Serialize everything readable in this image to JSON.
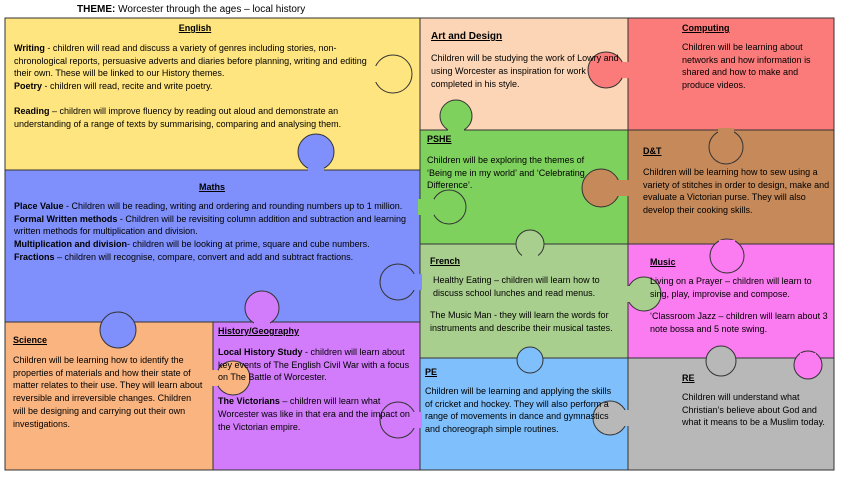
{
  "theme": {
    "label": "THEME:",
    "value": "Worcester through the ages – local history"
  },
  "english": {
    "title": "English",
    "writing_label": "Writing",
    "writing_text": " - children will read and discuss a variety of genres including stories, non-chronological reports, persuasive adverts and diaries before planning, writing and editing their own. These will be linked to our History themes.",
    "poetry_label": "Poetry",
    "poetry_text": " - children will read, recite and write poetry.",
    "reading_label": "Reading",
    "reading_text": " – children will improve fluency by reading out aloud and demonstrate an understanding of a range of texts by summarising, comparing and analysing them."
  },
  "art": {
    "title": "Art and Design",
    "text": "Children will be studying the work of Lowry and using Worcester as inspiration for work completed in his style."
  },
  "computing": {
    "title": "Computing",
    "text": "Children will be learning about networks and how information is shared and how to make and produce videos."
  },
  "pshe": {
    "title": "PSHE",
    "text": "Children will be exploring the themes of ‘Being me in my world’ and ‘Celebrating Difference’."
  },
  "dt": {
    "title": "D&T",
    "text": "Children will be learning how to sew using a variety of stitches in order to design, make and evaluate a Victorian purse. They will also develop their cooking skills."
  },
  "maths": {
    "title": "Maths",
    "pv_label": "Place Value",
    "pv_text": " - Children will be reading, writing and ordering and rounding numbers up to 1 million.",
    "fwm_label": "Formal Written methods",
    "fwm_text": " - Children will be revisiting column addition and subtraction and learning written methods for multiplication and division.",
    "md_label": "Multiplication and division",
    "md_text": "- children will be looking at prime, square and cube numbers.",
    "fr_label": "Fractions",
    "fr_text": " – children will recognise, compare, convert and add and subtract fractions."
  },
  "french": {
    "title": "French",
    "text1": "Healthy Eating – children will learn how to discuss school lunches and read menus.",
    "text2": "The Music Man - they will learn the words for instruments and describe their musical tastes."
  },
  "music": {
    "title": "Music",
    "text1": "Living on a Prayer – children will learn to sing, play, improvise and compose.",
    "text2": "‘Classroom Jazz – children will learn about 3 note bossa and 5 note swing."
  },
  "science": {
    "title": "Science",
    "text": "Children will be learning how to identify the properties of materials and how their state of matter relates to their use. They will learn about reversible and irreversible changes. Children will be designing and carrying out their own investigations."
  },
  "history": {
    "title": "History/Geography",
    "lhs_label": "Local History Study",
    "lhs_text": " - children will learn about key events of The English Civil War with a focus on The Battle of Worcester.",
    "vic_label": "The Victorians",
    "vic_text": " – children will learn what Worcester was like in that era and the impact on the Victorian empire."
  },
  "pe": {
    "title": "PE",
    "text": "Children will be learning and applying the skills of cricket and hockey. They will also perform a range of movements in dance and gymnastics and choreograph simple routines."
  },
  "re": {
    "title": "RE",
    "text": "Children will understand what Christian’s believe about God and what it means to be a Muslim today."
  },
  "colors": {
    "english": "#ffe57f",
    "art": "#fbd5b5",
    "computing": "#fb7b7b",
    "pshe": "#7fd15e",
    "dt": "#c6895a",
    "maths": "#7f8ffb",
    "french": "#a9cf8e",
    "music": "#fb7bf1",
    "science": "#fab480",
    "history": "#d27bfb",
    "pe": "#7fbffb",
    "re": "#b8b8b8"
  }
}
